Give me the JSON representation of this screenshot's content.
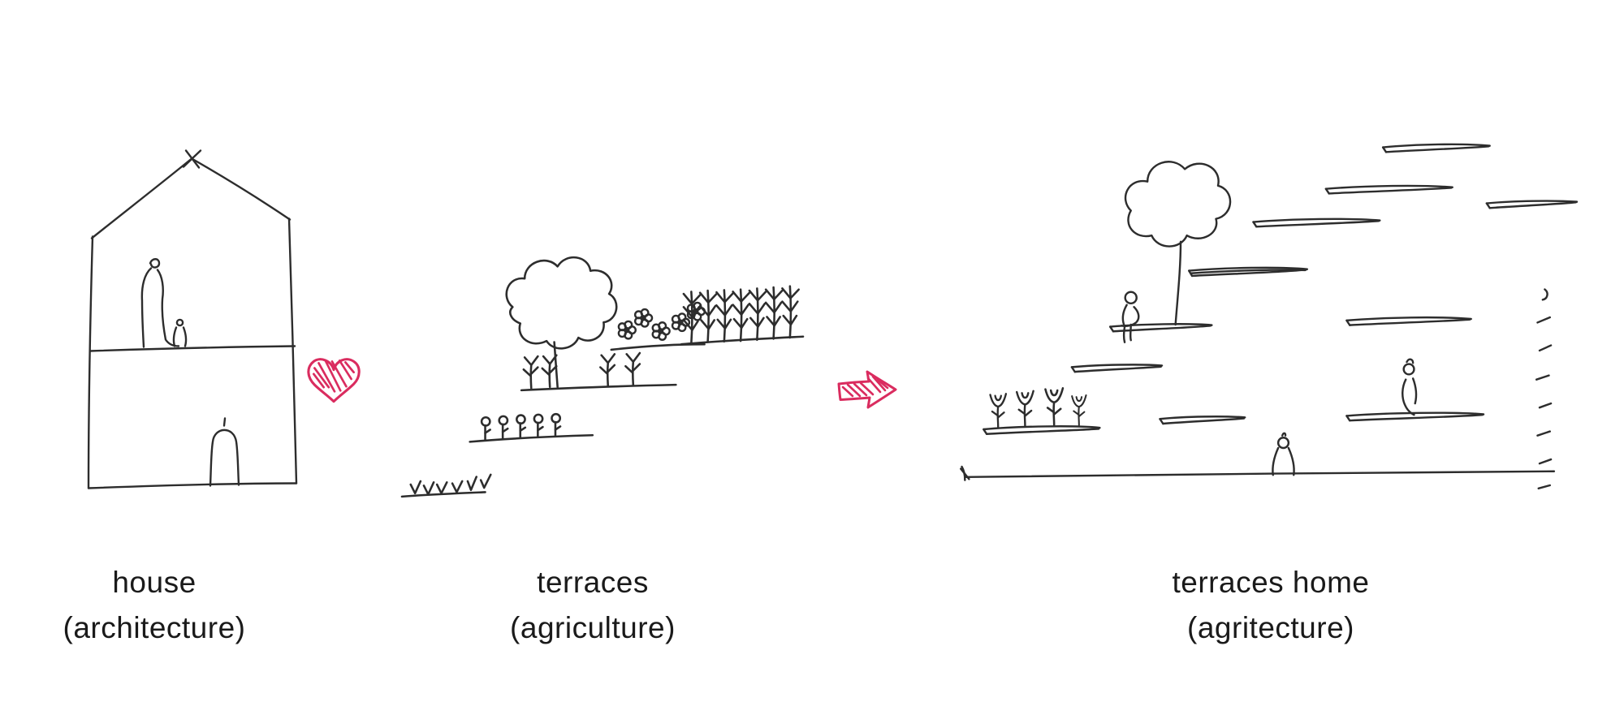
{
  "diagram": {
    "panels": [
      {
        "id": "house",
        "label": "house",
        "sublabel": "(architecture)",
        "sketch": "house-sketch"
      },
      {
        "id": "terraces",
        "label": "terraces",
        "sublabel": "(agriculture)",
        "sketch": "terraces-sketch"
      },
      {
        "id": "terraces_home",
        "label": "terraces home",
        "sublabel": "(agritecture)",
        "sketch": "terraces-home-sketch"
      }
    ],
    "operators": [
      {
        "id": "heart",
        "icon": "heart-icon"
      },
      {
        "id": "arrow",
        "icon": "arrow-right-icon"
      }
    ],
    "colors": {
      "background": "#ffffff",
      "ink": "#2d2d2d",
      "accent": "#da2c5f",
      "text": "#1a1a1a"
    }
  }
}
